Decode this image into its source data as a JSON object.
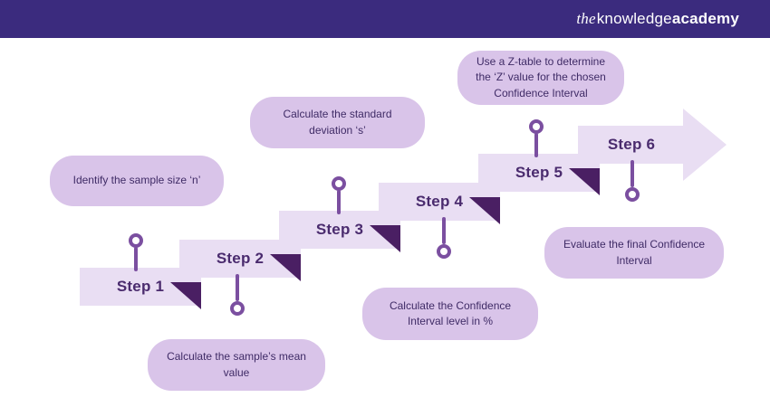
{
  "header": {
    "logo": {
      "the": "the",
      "knowledge": "knowledge",
      "academy": "academy"
    }
  },
  "steps": [
    {
      "label": "Step 1",
      "callout": "Identify the sample size ‘n’"
    },
    {
      "label": "Step 2",
      "callout": "Calculate the sample’s mean value"
    },
    {
      "label": "Step 3",
      "callout": "Calculate the standard deviation ‘s’"
    },
    {
      "label": "Step 4",
      "callout": "Calculate the Confidence Interval level in %"
    },
    {
      "label": "Step 5",
      "callout": "Use a Z-table to determine the ‘Z’ value for the chosen Confidence Interval"
    },
    {
      "label": "Step 6",
      "callout": "Evaluate the final Confidence Interval"
    }
  ],
  "colors": {
    "header_bg": "#3b2b7e",
    "step_fill": "#e9def3",
    "callout_fill": "#d9c4e9",
    "fold_triangle": "#4a1f63",
    "step_text": "#4a2b6e",
    "callout_text": "#3f2b66",
    "pin": "#7b4fa0"
  }
}
